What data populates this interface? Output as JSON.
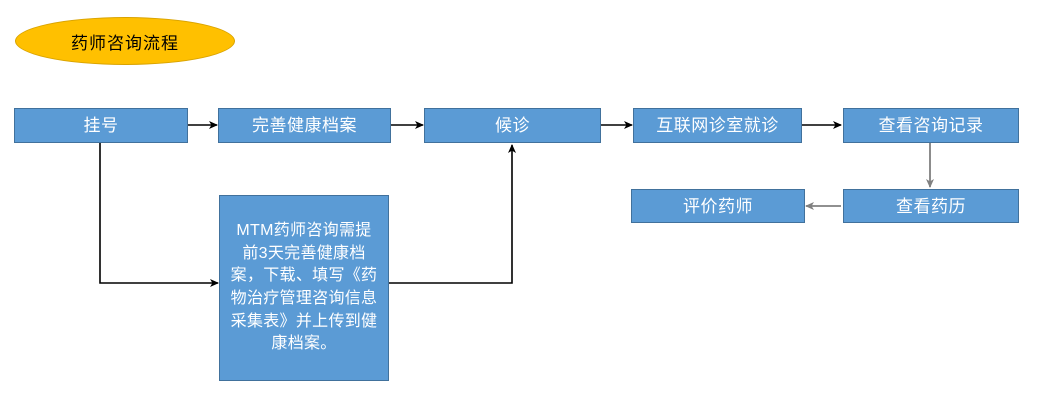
{
  "diagram": {
    "title_shape": {
      "label": "药师咨询流程",
      "fill": "#FFC000",
      "text_color": "#000000",
      "shape": "ellipse"
    },
    "node_fill": "#5B9BD5",
    "node_border": "#41719C",
    "node_text_color": "#FFFFFF",
    "connector_black": "#000000",
    "connector_gray": "#808080",
    "nodes": [
      {
        "id": "guahao",
        "label": "挂号"
      },
      {
        "id": "wanshan",
        "label": "完善健康档案"
      },
      {
        "id": "houzhen",
        "label": "候诊"
      },
      {
        "id": "hulianwang",
        "label": "互联网诊室就诊"
      },
      {
        "id": "chakan_zixun",
        "label": "查看咨询记录"
      },
      {
        "id": "chakan_yaoli",
        "label": "查看药历"
      },
      {
        "id": "pingjia",
        "label": "评价药师"
      }
    ],
    "note": {
      "id": "mtm-note",
      "label": "MTM药师咨询需提前3天完善健康档案，下载、填写《药物治疗管理咨询信息采集表》并上传到健康档案。"
    },
    "edges": [
      {
        "from": "挂号",
        "to": "完善健康档案",
        "style": "black-straight"
      },
      {
        "from": "完善健康档案",
        "to": "候诊",
        "style": "black-straight"
      },
      {
        "from": "候诊",
        "to": "互联网诊室就诊",
        "style": "black-straight"
      },
      {
        "from": "互联网诊室就诊",
        "to": "查看咨询记录",
        "style": "black-straight"
      },
      {
        "from": "挂号",
        "to": "MTM药师咨询需提前3天完善健康档案，下载、填写《药物治疗管理咨询信息采集表》并上传到健康档案。",
        "style": "black-elbow"
      },
      {
        "from": "MTM药师咨询需提前3天完善健康档案，下载、填写《药物治疗管理咨询信息采集表》并上传到健康档案。",
        "to": "候诊",
        "style": "black-elbow"
      },
      {
        "from": "查看咨询记录",
        "to": "查看药历",
        "style": "gray-straight"
      },
      {
        "from": "查看药历",
        "to": "评价药师",
        "style": "gray-straight"
      }
    ]
  }
}
